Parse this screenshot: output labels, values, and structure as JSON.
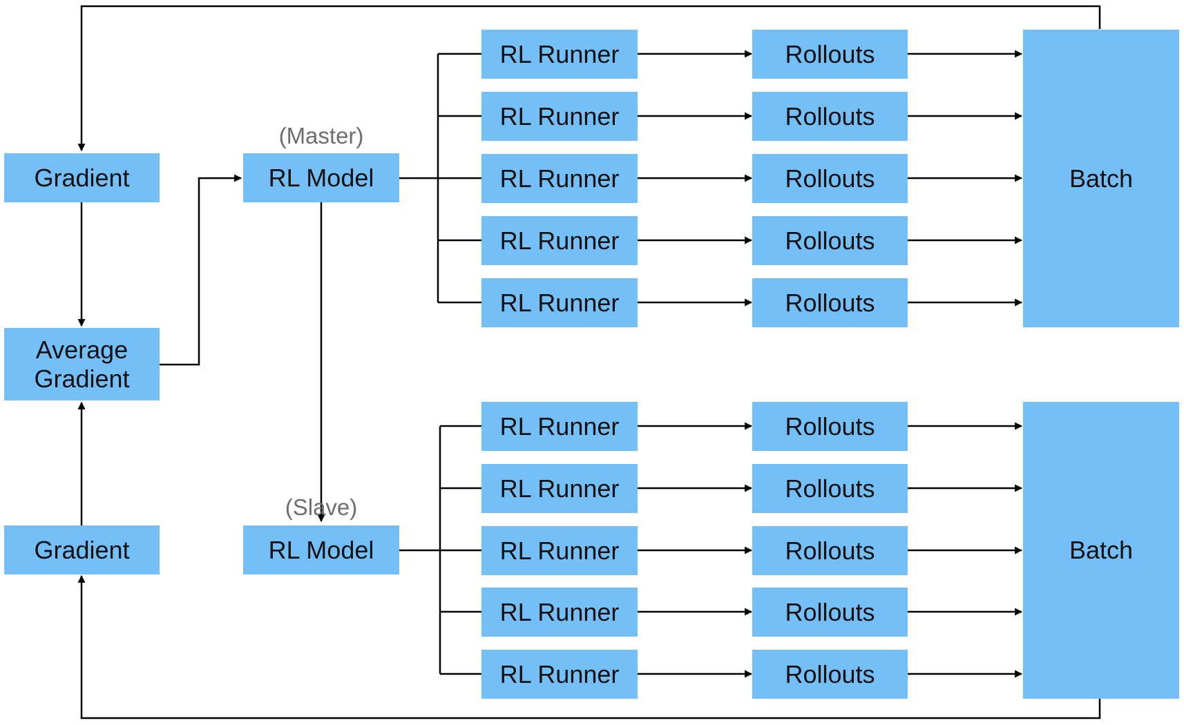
{
  "diagram": {
    "gradient_top": "Gradient",
    "average_gradient": [
      "Average",
      "Gradient"
    ],
    "gradient_bottom": "Gradient",
    "master": {
      "caption": "(Master)",
      "label": "RL Model"
    },
    "slave": {
      "caption": "(Slave)",
      "label": "RL Model"
    },
    "top_group": {
      "runners": [
        "RL Runner",
        "RL Runner",
        "RL Runner",
        "RL Runner",
        "RL Runner"
      ],
      "rollouts": [
        "Rollouts",
        "Rollouts",
        "Rollouts",
        "Rollouts",
        "Rollouts"
      ],
      "batch": "Batch"
    },
    "bottom_group": {
      "runners": [
        "RL Runner",
        "RL Runner",
        "RL Runner",
        "RL Runner",
        "RL Runner"
      ],
      "rollouts": [
        "Rollouts",
        "Rollouts",
        "Rollouts",
        "Rollouts",
        "Rollouts"
      ],
      "batch": "Batch"
    }
  },
  "colors": {
    "box": "#74bff7",
    "text": "#111111",
    "caption": "#6e6e6e",
    "line": "#000000"
  }
}
